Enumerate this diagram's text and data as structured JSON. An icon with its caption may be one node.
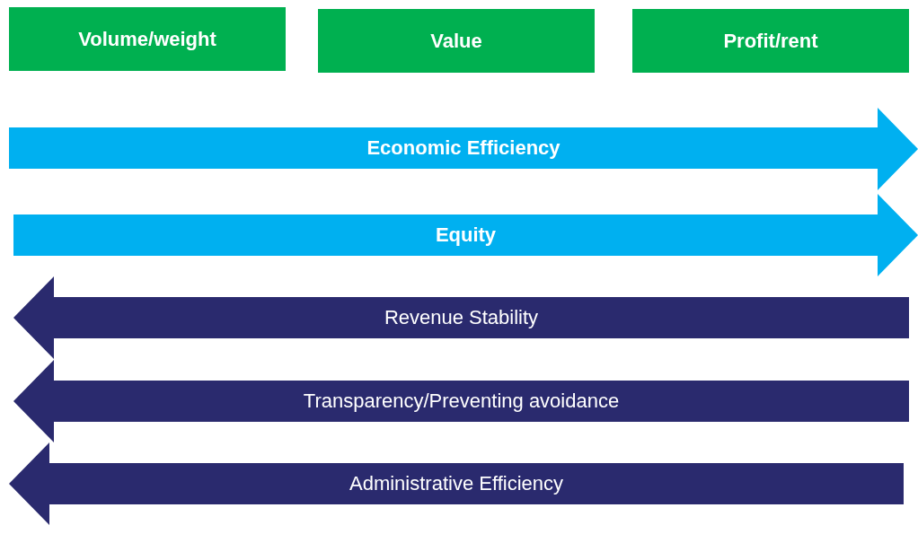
{
  "diagram": {
    "nodes": [
      {
        "text": [
          "Volume/weight"
        ]
      },
      {
        "text": [
          "Value"
        ]
      },
      {
        "text": [
          "Profit/rent"
        ]
      },
      {
        "text": [
          "Economic Efficiency"
        ]
      },
      {
        "text": [
          "Equity"
        ]
      },
      {
        "text": [
          "Revenue Stability"
        ]
      },
      {
        "text": [
          "Transparency/Preventing avoidance"
        ]
      },
      {
        "text": [
          "Administrative Efficiency"
        ]
      }
    ]
  }
}
